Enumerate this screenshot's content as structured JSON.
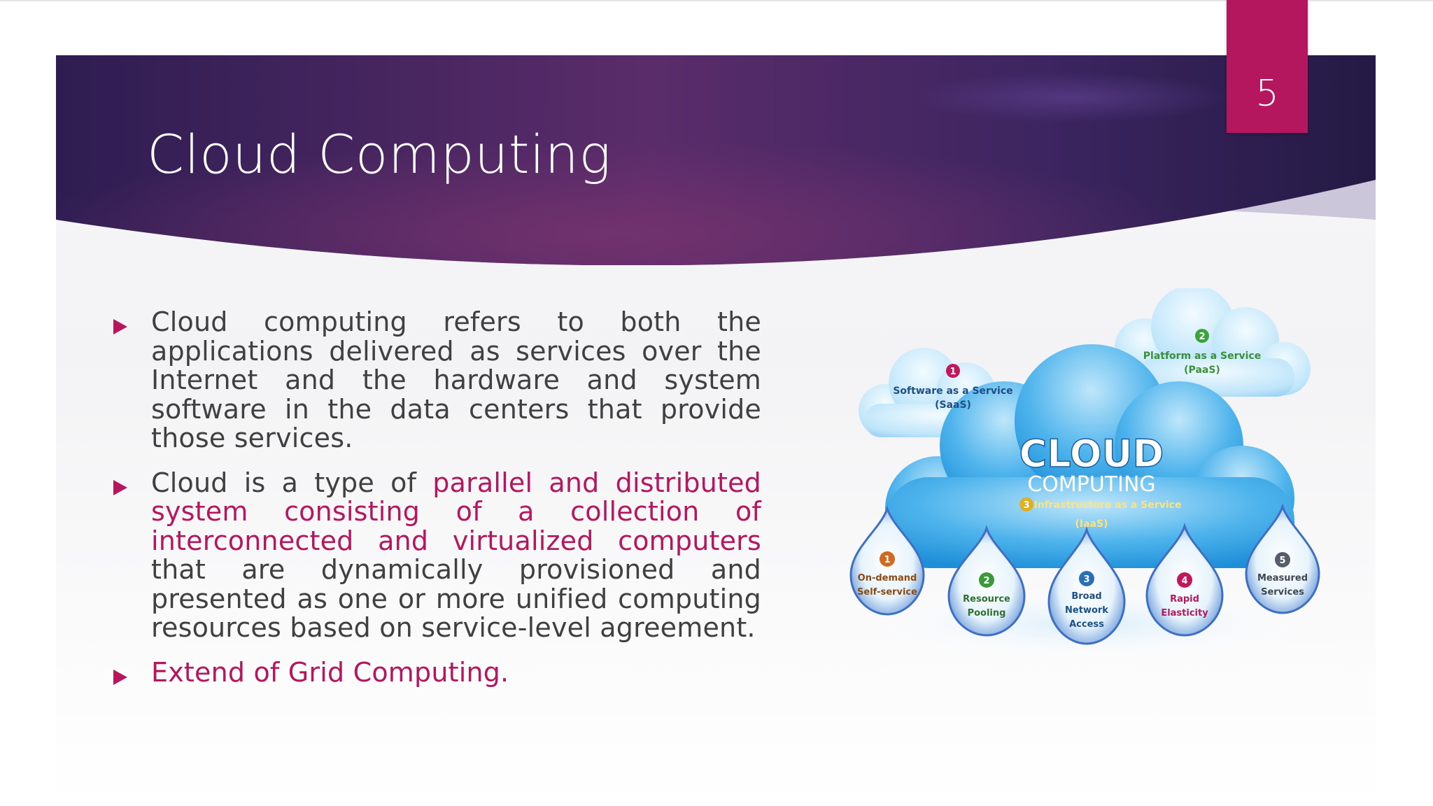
{
  "slide": {
    "title": "Cloud Computing",
    "page_number": "5"
  },
  "bullets": [
    {
      "text": "Cloud computing refers to both the applications delivered as services over the Internet and the hardware and system software in the data centers that provide those services."
    },
    {
      "text_before": "Cloud is a type of ",
      "highlight": "parallel and distributed system consisting of a collection of interconnected and virtualized computers",
      "text_after": " that are dynamically provisioned and presented as one or more unified computing resources based on service-level agreement."
    },
    {
      "highlight": "Extend of Grid Computing."
    }
  ],
  "figure": {
    "main_title": "CLOUD",
    "main_subtitle": "COMPUTING",
    "services": [
      {
        "num": "1",
        "line1": "Software as a Service",
        "line2": "(SaaS)",
        "color": "#c2185b"
      },
      {
        "num": "2",
        "line1": "Platform as a Service",
        "line2": "(PaaS)",
        "color": "#3aa43a"
      },
      {
        "num": "3",
        "line1": "Infrastructure as a Service",
        "line2": "(IaaS)",
        "color": "#e0b020"
      }
    ],
    "characteristics": [
      {
        "num": "1",
        "line1": "On-demand",
        "line2": "Self-service",
        "line3": "",
        "color": "#d2691e"
      },
      {
        "num": "2",
        "line1": "Resource",
        "line2": "Pooling",
        "line3": "",
        "color": "#3a9a3a"
      },
      {
        "num": "3",
        "line1": "Broad",
        "line2": "Network",
        "line3": "Access",
        "color": "#2a6fb5"
      },
      {
        "num": "4",
        "line1": "Rapid",
        "line2": "Elasticity",
        "line3": "",
        "color": "#c2185b"
      },
      {
        "num": "5",
        "line1": "Measured",
        "line2": "Services",
        "line3": "",
        "color": "#555f6b"
      }
    ],
    "colors": {
      "sky_dark": "#1d8ed8",
      "sky_light": "#bfe6fb",
      "text_dark": "#1c4f86",
      "accent": "#b5175f"
    }
  }
}
